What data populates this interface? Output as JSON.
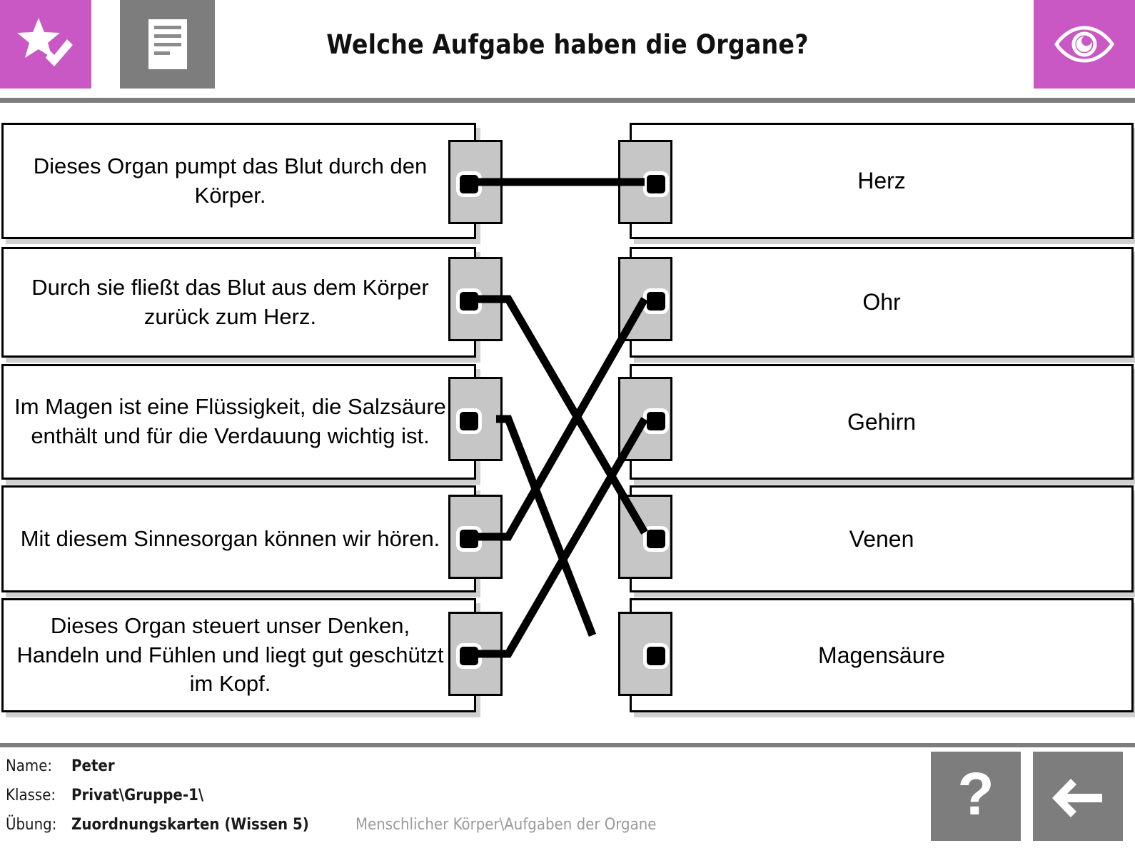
{
  "header": {
    "title": "Welche Aufgabe haben die Organe?",
    "buttons": [
      {
        "name": "star-check-icon",
        "label": "",
        "color": "#c957c4"
      },
      {
        "name": "document-icon",
        "label": "",
        "color": "#7d7d7d"
      },
      {
        "name": "eye-icon",
        "label": "",
        "color": "#c957c4"
      }
    ]
  },
  "exercise": {
    "left_cards": [
      {
        "id": "L1",
        "text": "Dieses Organ pumpt das Blut durch den Körper."
      },
      {
        "id": "L2",
        "text": "Durch sie fließt das Blut aus dem Körper zurück zum Herz."
      },
      {
        "id": "L3",
        "text": "Im Magen ist eine Flüssigkeit, die Salzsäure enthält und für die Verdauung wichtig ist."
      },
      {
        "id": "L4",
        "text": "Mit diesem Sinnesorgan können wir hören."
      },
      {
        "id": "L5",
        "text": "Dieses Organ steuert unser Denken, Handeln und Fühlen und liegt gut geschützt im Kopf."
      }
    ],
    "right_cards": [
      {
        "id": "R1",
        "text": "Herz"
      },
      {
        "id": "R2",
        "text": "Ohr"
      },
      {
        "id": "R3",
        "text": "Gehirn"
      },
      {
        "id": "R4",
        "text": "Venen"
      },
      {
        "id": "R5",
        "text": "Magensäure"
      }
    ],
    "connections": [
      {
        "from": "L1",
        "to": "R1",
        "complete": true
      },
      {
        "from": "L2",
        "to": "R4",
        "complete": true
      },
      {
        "from": "L3",
        "to": "R2",
        "complete": false
      },
      {
        "from": "L4",
        "to": "R2",
        "complete": true
      },
      {
        "from": "L5",
        "to": "R3",
        "complete": true
      }
    ]
  },
  "footer": {
    "name_label": "Name:",
    "name_value": "Peter",
    "class_label": "Klasse:",
    "class_value": "Privat\\Gruppe-1\\",
    "exercise_label": "Übung:",
    "exercise_value": "Zuordnungskarten (Wissen 5)",
    "path": "Menschlicher Körper\\Aufgaben der Organe",
    "help_label": "?",
    "back_label": "←"
  },
  "colors": {
    "accent": "#c957c4",
    "gray": "#7d7d7d",
    "knob": "#c6c6c6"
  }
}
